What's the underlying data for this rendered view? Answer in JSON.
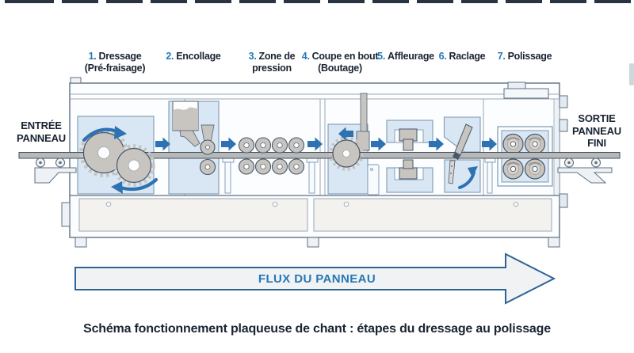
{
  "page": {
    "caption": "Schéma fonctionnement plaqueuse de chant : étapes du dressage au polissage"
  },
  "steps": [
    {
      "num": "1.",
      "line1": "Dressage",
      "line2": "(Pré-fraisage)"
    },
    {
      "num": "2.",
      "line1": "Encollage",
      "line2": ""
    },
    {
      "num": "3.",
      "line1": "Zone de",
      "line2": "pression"
    },
    {
      "num": "4.",
      "line1": "Coupe en bout",
      "line2": "(Boutage)"
    },
    {
      "num": "5.",
      "line1": "Affleurage",
      "line2": ""
    },
    {
      "num": "6.",
      "line1": "Raclage",
      "line2": ""
    },
    {
      "num": "7.",
      "line1": "Polissage",
      "line2": ""
    }
  ],
  "io_labels": {
    "entry": "ENTRÉE\nPANNEAU",
    "exit": "SORTIE\nPANNEAU\nFINI"
  },
  "flow_arrow": {
    "label": "FLUX DU PANNEAU"
  },
  "colors": {
    "step_number_blue": "#2479b7",
    "heading_text": "#1a2433",
    "accent_arrow_blue": "#2d72b2",
    "flux_text_blue": "#2577b5",
    "flux_arrow_outline": "#2e6396",
    "station_fill_blue": "#d9e7f4",
    "machine_outline": "#5f7081",
    "tool_gray": "#c8c5c0",
    "panel_bar_gray": "#b6b9bc"
  },
  "icons": {
    "saw-blade-icon": "circular saw (dressage / end-cut)",
    "rotation-arrow-icon": "curved blue rotation arrow",
    "glue-hopper-icon": "glue tank with funnel and nozzle",
    "glue-roller-icon": "glue application roller",
    "pressure-roller-icon": "pressure roller pair",
    "trimming-head-icon": "top/bottom flush-trimming head",
    "scraper-blade-icon": "angled scraper blade",
    "polishing-wheel-icon": "buffing wheel",
    "flow-step-arrow-icon": "blue block arrow between stations",
    "panel-bar": "panel passing through machine",
    "support-roller-icon": "infeed/outfeed support roller"
  }
}
